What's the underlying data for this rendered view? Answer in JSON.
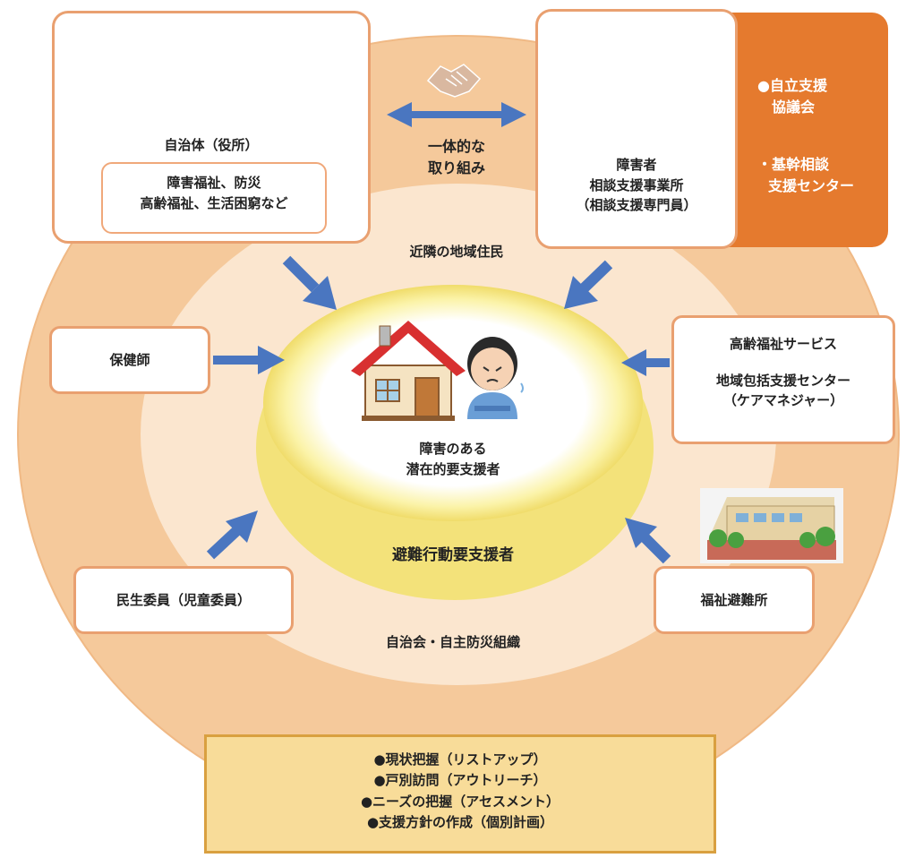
{
  "municipality": {
    "title": "自治体（役所）",
    "fields_line1": "障害福祉、防災",
    "fields_line2": "高齢福祉、生活困窮など"
  },
  "collaboration": {
    "line1": "一体的な",
    "line2": "取り組み"
  },
  "consultation": {
    "line1": "障害者",
    "line2": "相談支援事業所",
    "line3": "（相談支援専門員）"
  },
  "orange_panel": {
    "item1_line1": "●自立支援",
    "item1_line2": "協議会",
    "item2_line1": "・基幹相談",
    "item2_line2": "支援センター"
  },
  "neighbors": "近隣の地域住民",
  "public_health_nurse": "保健師",
  "elderly_services": {
    "line1": "高齢福祉サービス",
    "line2": "地域包括支援センター",
    "line3": "（ケアマネジャー）"
  },
  "center": {
    "line1": "障害のある",
    "line2": "潜在的要支援者"
  },
  "evacuation_support": "避難行動要支援者",
  "welfare_commissioner": "民生委員（児童委員）",
  "welfare_shelter": "福祉避難所",
  "community_org": "自治会・自主防災組織",
  "steps": [
    "●現状把握（リストアップ）",
    "●戸別訪問（アウトリーチ）",
    "●ニーズの把握（アセスメント）",
    "●支援方針の作成（個別計画）"
  ],
  "colors": {
    "outer_ring": "#f5c99b",
    "middle_ring": "#fbe5cc",
    "accent_orange": "#e57a2e",
    "arrow_blue": "#4a76c0",
    "highlight_yellow": "#f3e27a"
  }
}
